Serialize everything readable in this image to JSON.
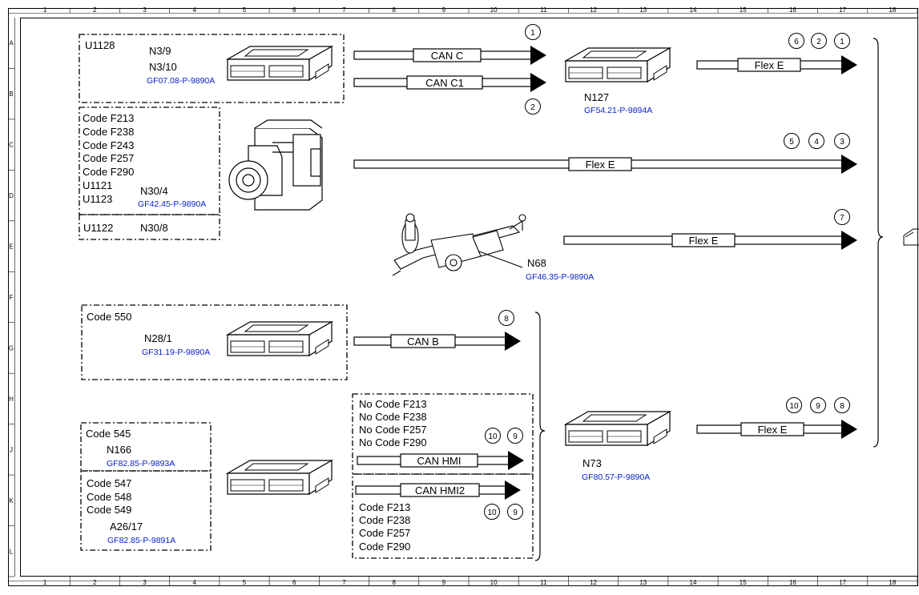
{
  "grid": {
    "columns": [
      "1",
      "2",
      "3",
      "4",
      "5",
      "6",
      "7",
      "8",
      "9",
      "10",
      "11",
      "12",
      "13",
      "14",
      "15",
      "16",
      "17",
      "18"
    ],
    "rows": [
      "A",
      "B",
      "C",
      "D",
      "E",
      "F",
      "G",
      "H",
      "J",
      "K",
      "L"
    ]
  },
  "groups": {
    "g1": {
      "code": "U1128",
      "parts": [
        "N3/9",
        "N3/10"
      ],
      "ref": "GF07.08-P-9890A"
    },
    "g2": {
      "codes": [
        "Code F213",
        "Code F238",
        "Code F243",
        "Code F257",
        "Code F290",
        "U1121",
        "U1123"
      ],
      "part": "N30/4",
      "ref": "GF42.45-P-9890A",
      "code2": "U1122",
      "part2": "N30/8"
    },
    "g3": {
      "part": "N68",
      "ref": "GF46.35-P-9890A"
    },
    "g4": {
      "code": "Code 550",
      "part": "N28/1",
      "ref": "GF31.19-P-9890A"
    },
    "g5": {
      "code": "Code 545",
      "part": "N166",
      "ref": "GF82.85-P-9893A",
      "codes2": [
        "Code 547",
        "Code 548",
        "Code 549"
      ],
      "part2": "A26/17",
      "ref2": "GF82.85-P-9891A"
    },
    "g6": {
      "codes": [
        "No Code F213",
        "No Code F238",
        "No Code F257",
        "No Code F290"
      ],
      "codes2": [
        "Code F213",
        "Code F238",
        "Code F257",
        "Code F290"
      ]
    },
    "n127": {
      "part": "N127",
      "ref": "GF54.21-P-9894A"
    },
    "n73": {
      "part": "N73",
      "ref": "GF80.57-P-9890A"
    }
  },
  "buses": {
    "can_c": "CAN C",
    "can_c1": "CAN C1",
    "flex_e": "Flex E",
    "can_b": "CAN B",
    "can_hmi": "CAN HMI",
    "can_hmi2": "CAN HMI2"
  },
  "refs": {
    "r1": "1",
    "r2": "2",
    "r3": "3",
    "r4": "4",
    "r5": "5",
    "r6": "6",
    "r7": "7",
    "r8": "8",
    "r9": "9",
    "r10": "10"
  },
  "colors": {
    "link": "#0a22cc",
    "line": "#000000"
  }
}
